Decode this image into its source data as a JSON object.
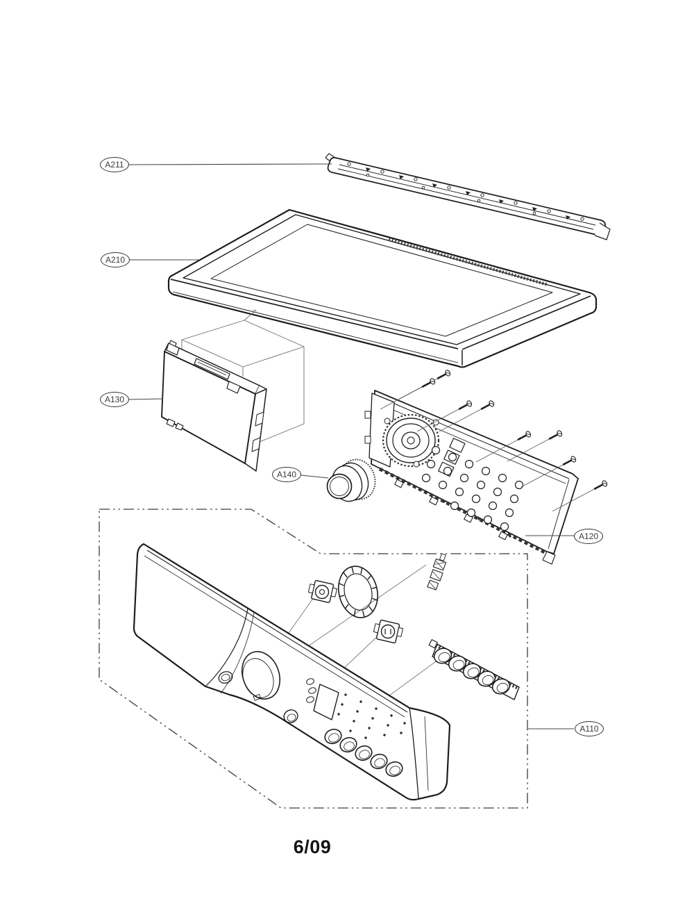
{
  "page": {
    "background": "#ffffff",
    "line_color": "#1c1c1c"
  },
  "callouts": {
    "a211": {
      "label": "A211"
    },
    "a210": {
      "label": "A210"
    },
    "a130": {
      "label": "A130"
    },
    "a140": {
      "label": "A140"
    },
    "a120": {
      "label": "A120"
    },
    "a110": {
      "label": "A110"
    }
  },
  "footer": {
    "date_code": "6/09"
  }
}
